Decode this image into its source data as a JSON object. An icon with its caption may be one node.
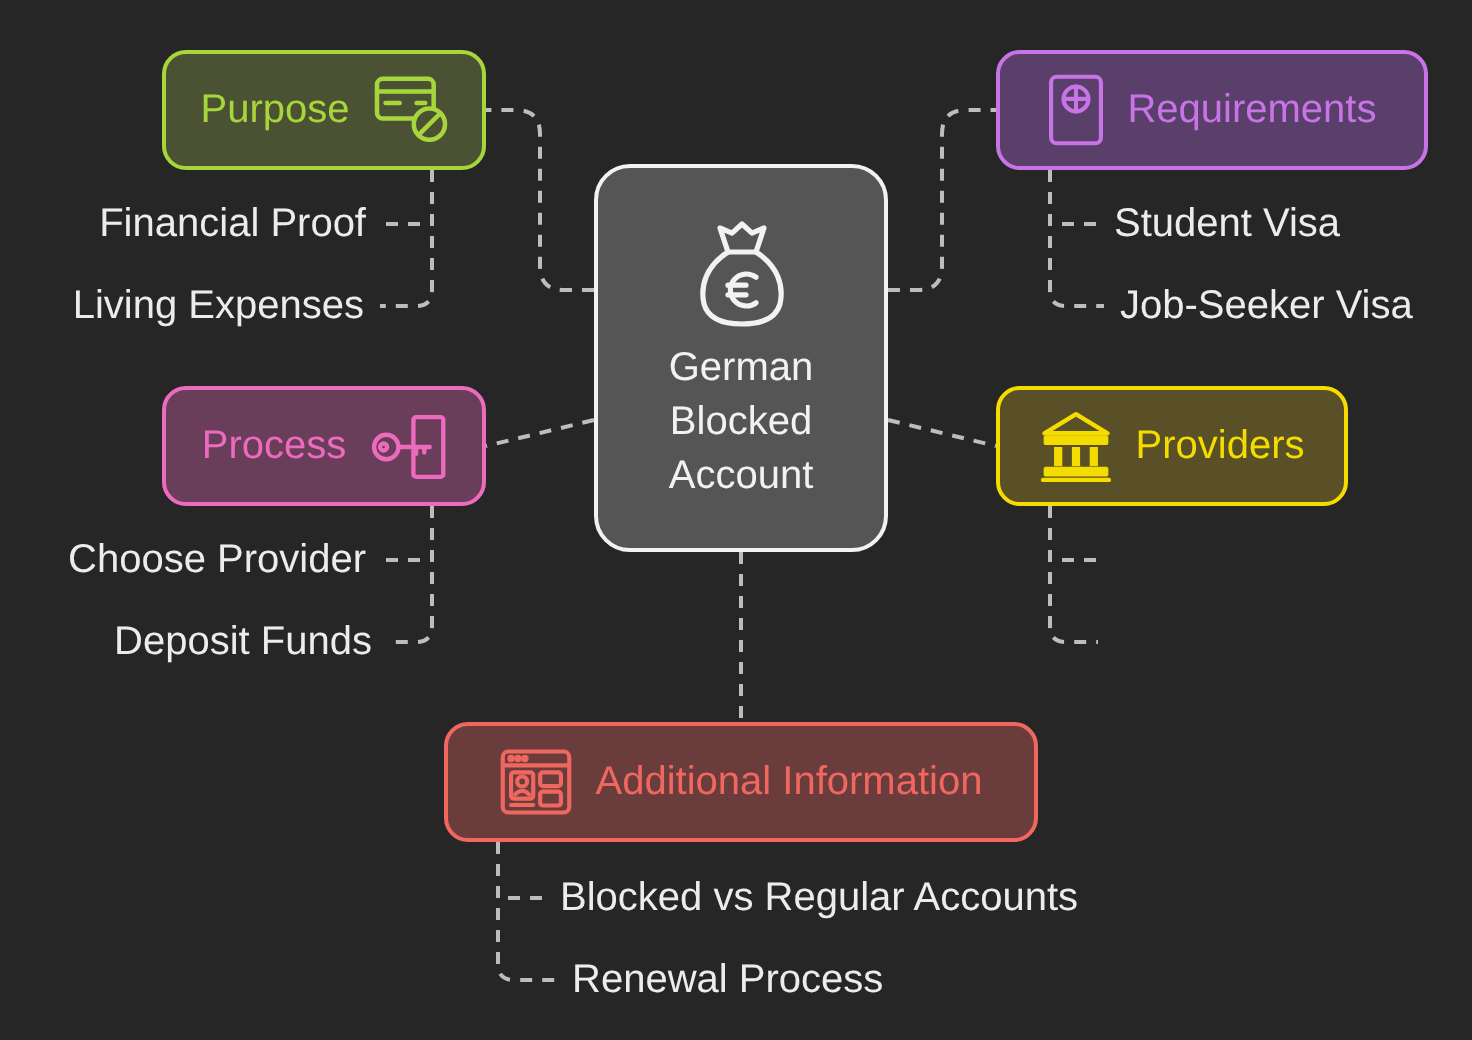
{
  "diagram": {
    "nodes": [
      {
        "text": [
          "German Blocked Account"
        ]
      },
      {
        "text": [
          "Purpose"
        ]
      },
      {
        "text": [
          "Financial Proof"
        ]
      },
      {
        "text": [
          "Living Expenses"
        ]
      },
      {
        "text": [
          "Requirements"
        ]
      },
      {
        "text": [
          "Student Visa"
        ]
      },
      {
        "text": [
          "Job-Seeker Visa"
        ]
      },
      {
        "text": [
          "Process"
        ]
      },
      {
        "text": [
          "Choose Provider"
        ]
      },
      {
        "text": [
          "Deposit Funds"
        ]
      },
      {
        "text": [
          "Providers"
        ]
      },
      {
        "text": [
          "Additional Information"
        ]
      },
      {
        "text": [
          "Blocked vs Regular Accounts"
        ]
      },
      {
        "text": [
          "Renewal Process"
        ]
      }
    ],
    "edges": [
      {
        "from": 0,
        "to": 1,
        "arrow": "none",
        "style": "dashed"
      },
      {
        "from": 0,
        "to": 4,
        "arrow": "none",
        "style": "dashed"
      },
      {
        "from": 0,
        "to": 7,
        "arrow": "none",
        "style": "dashed"
      },
      {
        "from": 0,
        "to": 10,
        "arrow": "none",
        "style": "dashed"
      },
      {
        "from": 0,
        "to": 11,
        "arrow": "none",
        "style": "dashed"
      },
      {
        "from": 1,
        "to": 2,
        "arrow": "none",
        "style": "dashed"
      },
      {
        "from": 1,
        "to": 3,
        "arrow": "none",
        "style": "dashed"
      },
      {
        "from": 4,
        "to": 5,
        "arrow": "none",
        "style": "dashed"
      },
      {
        "from": 4,
        "to": 6,
        "arrow": "none",
        "style": "dashed"
      },
      {
        "from": 7,
        "to": 8,
        "arrow": "none",
        "style": "dashed"
      },
      {
        "from": 7,
        "to": 9,
        "arrow": "none",
        "style": "dashed"
      },
      {
        "from": 10,
        "to": null,
        "arrow": "none",
        "style": "dashed"
      },
      {
        "from": 10,
        "to": null,
        "arrow": "none",
        "style": "dashed"
      },
      {
        "from": 11,
        "to": 12,
        "arrow": "none",
        "style": "dashed"
      },
      {
        "from": 11,
        "to": 13,
        "arrow": "none",
        "style": "dashed"
      }
    ]
  }
}
